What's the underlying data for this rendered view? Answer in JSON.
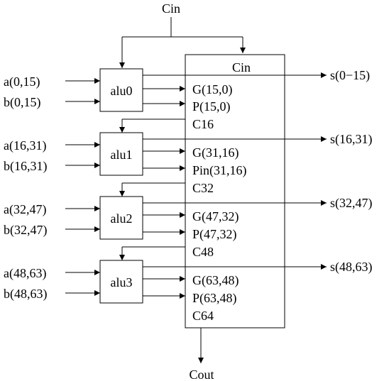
{
  "top_input": "Cin",
  "bottom_output": "Cout",
  "alus": [
    {
      "name": "alu0",
      "a": "a(0,15)",
      "b": "b(0,15)",
      "sum": "s(0−15)"
    },
    {
      "name": "alu1",
      "a": "a(16,31)",
      "b": "b(16,31)",
      "sum": "s(16,31)"
    },
    {
      "name": "alu2",
      "a": "a(32,47)",
      "b": "b(32,47)",
      "sum": "s(32,47)"
    },
    {
      "name": "alu3",
      "a": "a(48,63)",
      "b": "b(48,63)",
      "sum": "s(48,63)"
    }
  ],
  "lookahead": {
    "cin_label": "Cin",
    "signals": [
      {
        "g": "G(15,0)",
        "p": "P(15,0)",
        "c": "C16"
      },
      {
        "g": "G(31,16)",
        "p": "Pin(31,16)",
        "c": "C32"
      },
      {
        "g": "G(47,32)",
        "p": "P(47,32)",
        "c": "C48"
      },
      {
        "g": "G(63,48)",
        "p": "P(63,48)",
        "c": "C64"
      }
    ]
  }
}
